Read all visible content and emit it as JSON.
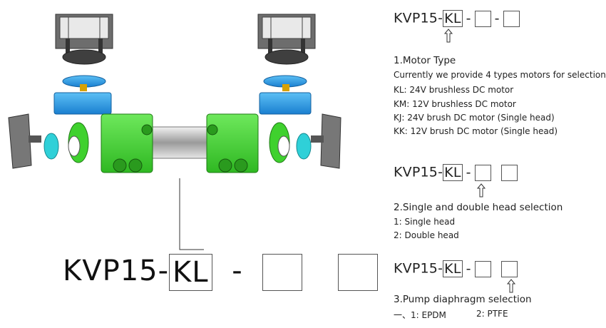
{
  "code": {
    "prefix": "KVP15-",
    "motor": "KL",
    "dash": "-"
  },
  "section1": {
    "title": "1.Motor Type",
    "intro": "Currently we provide 4 types motors for selection",
    "items": [
      "KL: 24V brushless DC motor",
      "KM: 12V brushless DC motor",
      "KJ: 24V brush DC motor (Single head)",
      "KK: 12V brush DC motor (Single head)"
    ]
  },
  "section2": {
    "title": "2.Single and double head selection",
    "items": [
      "1: Single head",
      "2: Double head"
    ]
  },
  "section3": {
    "title": "3.Pump diaphragm selection",
    "items": [
      "一、1: EPDM",
      "2: PTFE"
    ]
  },
  "colors": {
    "green": "#3fd12e",
    "blue": "#2aa0e8",
    "cyan": "#2fd0d8",
    "dark": "#3a3a3a"
  },
  "illustration": {
    "icon": "pump-exploded-view"
  }
}
